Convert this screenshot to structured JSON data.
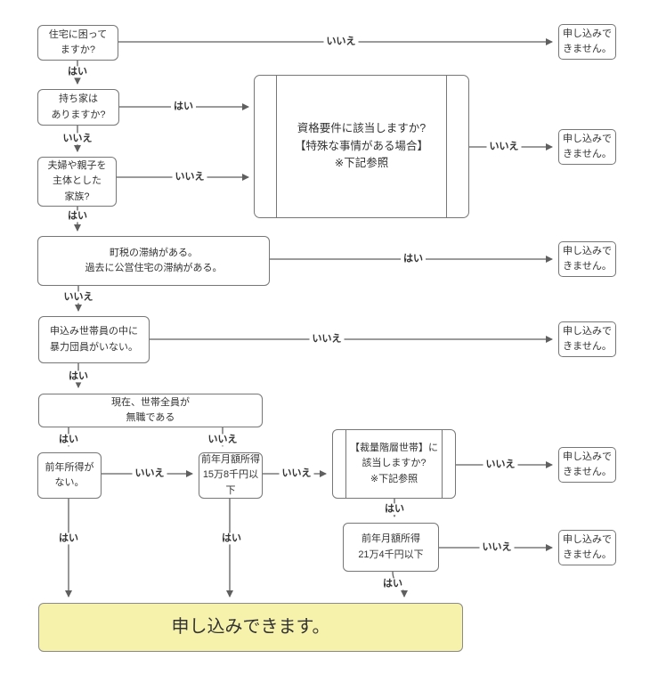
{
  "flowchart": {
    "colors": {
      "background": "#ffffff",
      "node_border": "#767676",
      "line": "#5f5f5f",
      "text": "#333333",
      "ok_fill": "#F7F2AB"
    },
    "nodes": {
      "q_housing": "住宅に困って\nますか?",
      "q_ownhome": "持ち家は\nありますか?",
      "q_family": "夫婦や親子を\n主体とした\n家族?",
      "sub_qualification": "資格要件に該当しますか?\n【特殊な事情がある場合】\n※下記参照",
      "q_tax": "町税の滞納がある。\n過去に公営住宅の滞納がある。",
      "q_gang": "申込み世帯員の中に\n暴力団員がいない。",
      "q_unemployed": "現在、世帯全員が\n無職である",
      "q_noincome": "前年所得が\nない。",
      "q_income158": "前年月額所得\n15万8千円以下",
      "sub_discretion": "【裁量階層世帯】に\n該当しますか?\n※下記参照",
      "q_income214": "前年月額所得\n21万4千円以下"
    },
    "result_ng": "申し込みで\nきません。",
    "result_ok": "申し込みできます。",
    "decision_labels": {
      "yes": "はい",
      "no": "いいえ"
    }
  }
}
